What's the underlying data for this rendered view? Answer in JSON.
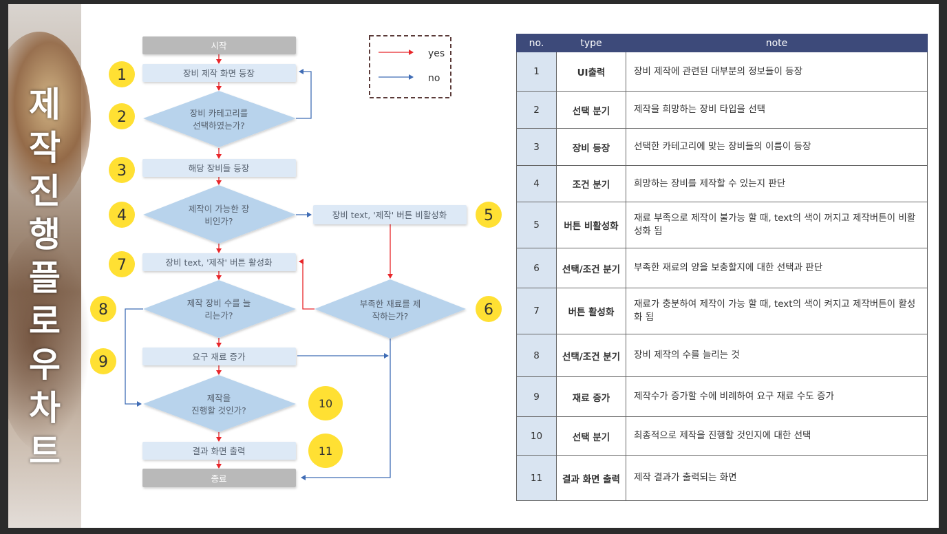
{
  "title_chars": [
    "제",
    "작",
    "진",
    "행",
    "플",
    "로",
    "우",
    "차",
    "트"
  ],
  "legend": {
    "yes": "yes",
    "no": "no"
  },
  "colors": {
    "yes": "#e8262a",
    "no": "#3f6cb5",
    "header": "#3d4a7a",
    "number_circle": "#ffe033",
    "process_fill": "#dde9f6",
    "decision_fill": "#b8d3ec",
    "terminal_fill": "#b9b9b9"
  },
  "nodes": {
    "start": "시작",
    "n1": "장비 제작 화면 등장",
    "n2": [
      "장비 카테고리를",
      "선택하였는가?"
    ],
    "n3": "해당 장비들 등장",
    "n4": [
      "제작이 가능한 장",
      "비인가?"
    ],
    "n5": "장비 text, '제작' 버튼 비활성화",
    "n6": [
      "부족한 재료를 제",
      "작하는가?"
    ],
    "n7": "장비 text, '제작' 버튼 활성화",
    "n8": [
      "제작 장비 수를 늘",
      "리는가?"
    ],
    "n9": "요구 재료 증가",
    "n10": [
      "제작을",
      "진행할 것인가?"
    ],
    "n11": "결과 화면 출력",
    "end": "종료"
  },
  "numbers": [
    "1",
    "2",
    "3",
    "4",
    "5",
    "6",
    "7",
    "8",
    "9",
    "10",
    "11"
  ],
  "table": {
    "headers": [
      "no.",
      "type",
      "note"
    ],
    "rows": [
      {
        "no": "1",
        "type": "UI출력",
        "note": "장비 제작에 관련된 대부분의 정보들이 등장"
      },
      {
        "no": "2",
        "type": "선택 분기",
        "note": "제작을 희망하는 장비 타입을 선택"
      },
      {
        "no": "3",
        "type": "장비 등장",
        "note": "선택한 카테고리에 맞는 장비들의 이름이 등장"
      },
      {
        "no": "4",
        "type": "조건 분기",
        "note": "희망하는 장비를 제작할 수 있는지 판단"
      },
      {
        "no": "5",
        "type": "버튼 비활성화",
        "note": "재료 부족으로 제작이 불가능 할 때, text의 색이 꺼지고 제작버튼이 비활성화 됨"
      },
      {
        "no": "6",
        "type": "선택/조건 분기",
        "note": "부족한 재료의 양을 보충할지에 대한 선택과 판단"
      },
      {
        "no": "7",
        "type": "버튼 활성화",
        "note": "재료가 충분하여 제작이 가능 할 때, text의 색이 켜지고 제작버튼이 활성화 됨"
      },
      {
        "no": "8",
        "type": "선택/조건 분기",
        "note": "장비 제작의 수를 늘리는 것"
      },
      {
        "no": "9",
        "type": "재료 증가",
        "note": "제작수가 증가할 수에 비례하여 요구 재료 수도 증가"
      },
      {
        "no": "10",
        "type": "선택 분기",
        "note": "최종적으로 제작을 진행할 것인지에 대한 선택"
      },
      {
        "no": "11",
        "type": "결과 화면 출력",
        "note": "제작 결과가 출력되는 화면"
      }
    ]
  }
}
